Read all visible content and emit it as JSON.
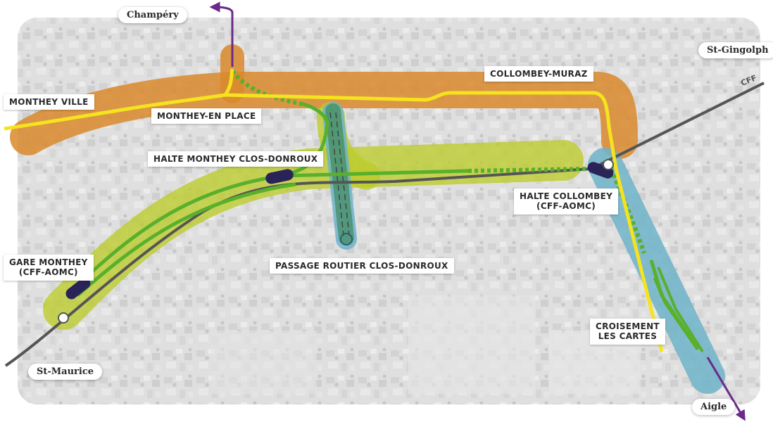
{
  "destinations": {
    "champery": "Champéry",
    "st_gingolph": "St-Gingolph",
    "st_maurice": "St-Maurice",
    "aigle": "Aigle"
  },
  "rail_label": "CFF",
  "labels": {
    "monthey_ville": "MONTHEY VILLE",
    "monthey_en_place": "MONTHEY-EN PLACE",
    "collombey_muraz": "COLLOMBEY-MURAZ",
    "halte_clos_donroux": "HALTE MONTHEY CLOS-DONROUX",
    "halte_collombey_1": "HALTE COLLOMBEY",
    "halte_collombey_2": "(CFF-AOMC)",
    "gare_monthey_1": "GARE MONTHEY",
    "gare_monthey_2": "(CFF-AOMC)",
    "passage_routier": "PASSAGE ROUTIER CLOS-DONROUX",
    "croisement_1": "CROISEMENT",
    "croisement_2": "LES CARTES"
  },
  "colors": {
    "orange_zone": "#d98a2b",
    "lime_zone": "#bccc2a",
    "blue_zone": "#6fb3c9",
    "yellow_line": "#f5e31f",
    "green_line": "#58b02b",
    "cff_line": "#555555",
    "station_marker": "#2a2358",
    "arrow": "#6a2a8a",
    "map_base": "#d8d8d8"
  }
}
